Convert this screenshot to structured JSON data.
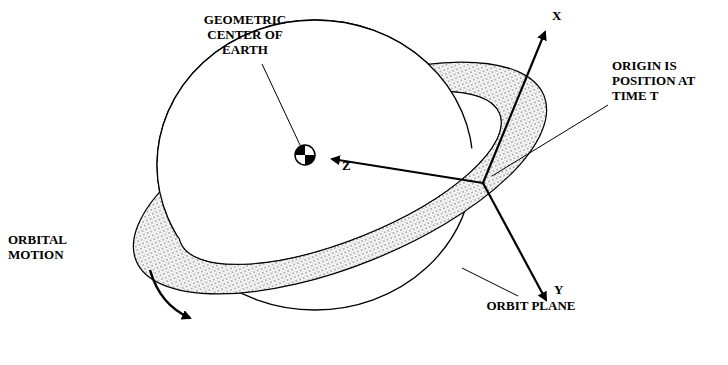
{
  "diagram": {
    "labels": [
      "GEOMETRIC CENTER OF EARTH",
      "X",
      "ORIGIN IS POSITION AT TIME T",
      "Z",
      "Y",
      "ORBITAL MOTION",
      "ORBIT PLANE"
    ]
  }
}
